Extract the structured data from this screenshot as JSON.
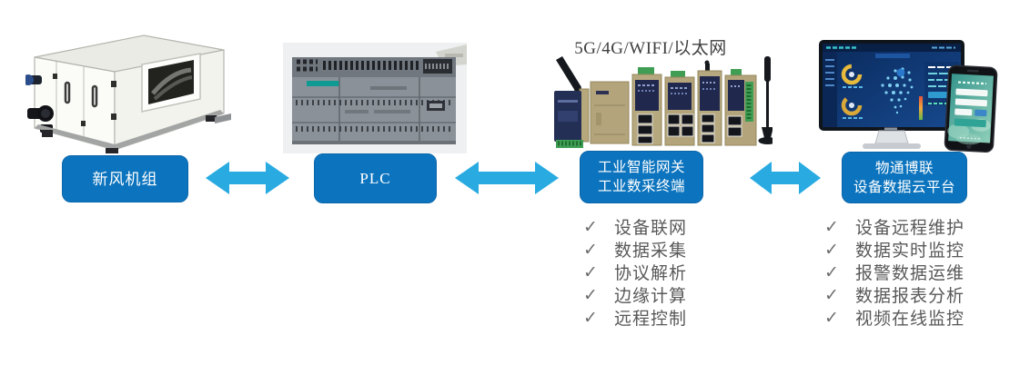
{
  "diagram": {
    "connectivity_title": "5G/4G/WIFI/以太网",
    "check_glyph": "✓"
  },
  "nodes": {
    "ahu": {
      "label": "新风机组"
    },
    "plc": {
      "label": "PLC"
    },
    "gateway": {
      "label_line1": "工业智能网关",
      "label_line2": "工业数采终端"
    },
    "cloud": {
      "label_line1": "物通博联",
      "label_line2": "设备数据云平台"
    }
  },
  "gateway_features": [
    "设备联网",
    "数据采集",
    "协议解析",
    "边缘计算",
    "远程控制"
  ],
  "cloud_features": [
    "设备远程维护",
    "数据实时监控",
    "报警数据运维",
    "数据报表分析",
    "视频在线监控"
  ],
  "colors": {
    "button_blue": "#0c74be",
    "arrow_blue": "#29abe2"
  }
}
